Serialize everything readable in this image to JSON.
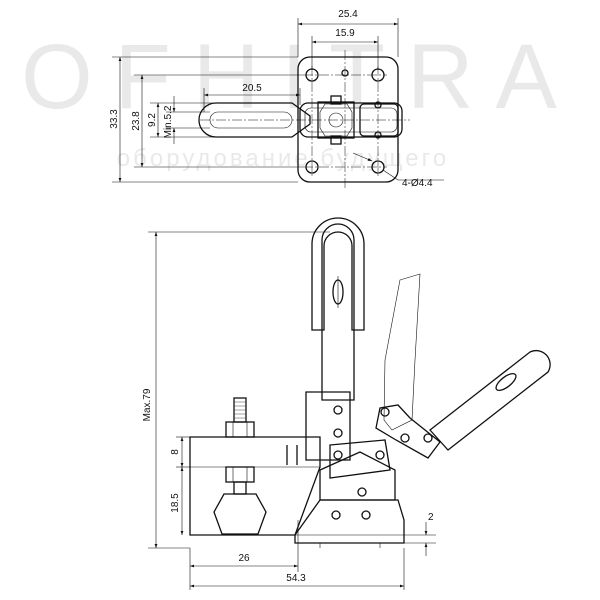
{
  "watermark": {
    "brand": "OFHITRA",
    "tagline": "оборудование будущего"
  },
  "top_view": {
    "dims": {
      "overall_width": "25.4",
      "hole_spacing": "15.9",
      "handle_offset": "20.5",
      "overall_height": "33.3",
      "hole_height": "23.8",
      "slot_height": "9.2",
      "slot_min": "Min.5.2",
      "holes": "4-Ø4.4"
    }
  },
  "side_view": {
    "dims": {
      "max_height": "Max.79",
      "top_step": "8",
      "spindle_height": "18.5",
      "base_thickness": "2",
      "reach": "26",
      "overall_length": "54.3"
    }
  },
  "colors": {
    "line": "#111111",
    "watermark": "#e9e9e9"
  }
}
